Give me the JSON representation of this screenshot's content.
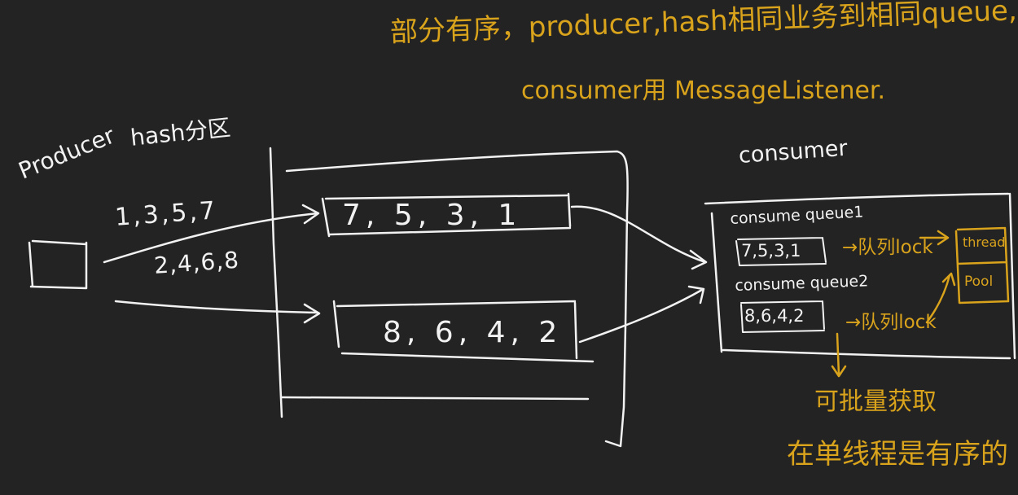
{
  "notes": {
    "line1": "部分有序，producer,hash相同业务到相同queue,",
    "line2": "consumer用 MessageListener."
  },
  "producer": {
    "label": "Producer",
    "hash_label": "hash分区",
    "odd_ids": "1,3,5,7",
    "even_ids": "2,4,6,8"
  },
  "broker": {
    "queue1": "7, 5, 3, 1",
    "queue2": "8, 6, 4, 2"
  },
  "consumer": {
    "title": "consumer",
    "queue1_label": "consume queue1",
    "queue1_values": "7,5,3,1",
    "queue2_label": "consume queue2",
    "queue2_values": "8,6,4,2",
    "lock1": "→队列lock",
    "lock2": "→队列lock",
    "pool_line1": "thread",
    "pool_line2": "Pool"
  },
  "conclusion": {
    "line1": "可批量获取",
    "line2": "在单线程是有序的"
  },
  "colors": {
    "background": "#232323",
    "chalk": "#f2f2f2",
    "annotation": "#d9a31c"
  }
}
